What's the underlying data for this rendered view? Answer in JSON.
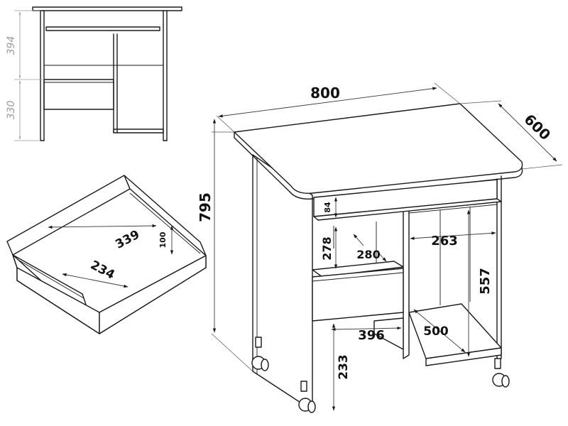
{
  "elevation": {
    "upper_height": "394",
    "lower_height": "330"
  },
  "desk": {
    "width": "800",
    "depth": "600",
    "height": "795",
    "keyboard_shelf_height": "84",
    "niche_height": "278",
    "niche_depth": "280",
    "knee_width": "396",
    "floor_clearance": "233",
    "side_compartment_width": "263",
    "side_compartment_height": "557",
    "side_compartment_depth": "500"
  },
  "drawer": {
    "inner_width": "339",
    "inner_depth": "234",
    "inner_height": "100"
  },
  "colors": {
    "line": "#1a1a1a",
    "dimension_gray": "#9a9a9a"
  }
}
